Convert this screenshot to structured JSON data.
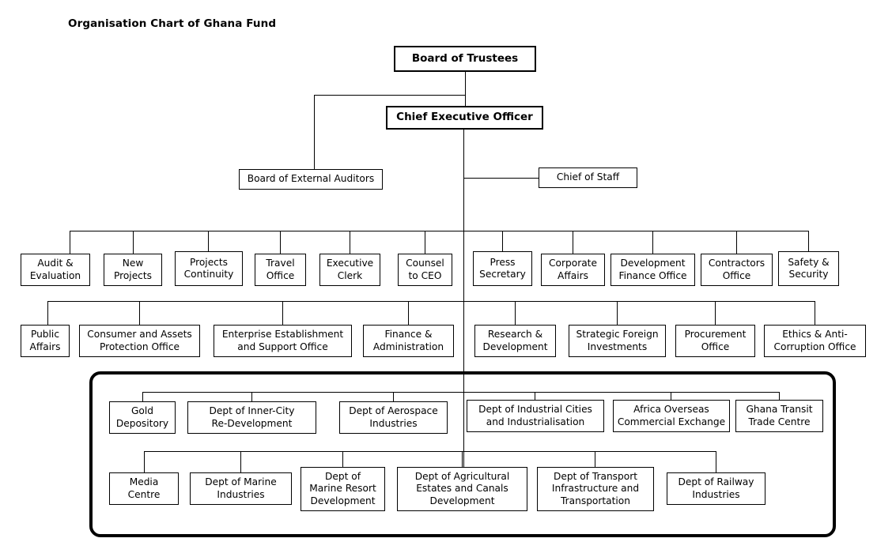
{
  "title": "Organisation Chart of Ghana Fund",
  "chart_data": {
    "type": "diagram",
    "diagram_type": "organisation-chart",
    "title": "Organisation Chart of Ghana Fund",
    "organisation": "Ghana Fund",
    "levels": [
      {
        "level": 1,
        "name": "governing-body",
        "nodes": [
          "Board of Trustees"
        ]
      },
      {
        "level": 2,
        "name": "executive",
        "nodes": [
          "Chief Executive Officer"
        ]
      },
      {
        "level": 3,
        "name": "executive-support",
        "nodes": [
          "Board of External Auditors",
          "Chief of Staff"
        ]
      },
      {
        "level": 4,
        "name": "units",
        "nodes": [
          "Audit & Evaluation",
          "New Projects",
          "Projects Continuity",
          "Travel Office",
          "Executive Clerk",
          "Counsel to CEO",
          "Press Secretary",
          "Corporate Affairs",
          "Development Finance Office",
          "Contractors Office",
          "Safety & Security"
        ]
      },
      {
        "level": 5,
        "name": "offices",
        "nodes": [
          "Public Affairs",
          "Consumer and Assets Protection Office",
          "Enterprise Establishment and Support Office",
          "Finance & Administration",
          "Research & Development",
          "Strategic Foreign Investments",
          "Procurement Office",
          "Ethics & Anti-Corruption Office"
        ]
      },
      {
        "level": 6,
        "name": "departments-row-1",
        "nodes": [
          "Gold Depository",
          "Dept of Inner-City Re-Development",
          "Dept of Aerospace Industries",
          "Dept of Industrial Cities and Industrialisation",
          "Africa Overseas Commercial Exchange",
          "Ghana Transit Trade Centre"
        ]
      },
      {
        "level": 7,
        "name": "departments-row-2",
        "nodes": [
          "Media Centre",
          "Dept of Marine Industries",
          "Dept of Marine Resort Development",
          "Dept of Agricultural Estates and Canals Development",
          "Dept of Transport Infrastructure and Transportation",
          "Dept of Railway Industries"
        ]
      }
    ]
  },
  "nodes": {
    "board_of_trustees": "Board of Trustees",
    "chief_executive_officer": "Chief Executive Officer",
    "board_of_external_auditors": "Board of External Auditors",
    "chief_of_staff": "Chief of Staff",
    "audit_evaluation": "Audit &\nEvaluation",
    "new_projects": "New\nProjects",
    "projects_continuity": "Projects\nContinuity",
    "travel_office": "Travel\nOffice",
    "executive_clerk": "Executive\nClerk",
    "counsel_to_ceo": "Counsel\nto CEO",
    "press_secretary": "Press\nSecretary",
    "corporate_affairs": "Corporate\nAffairs",
    "development_finance_office": "Development\nFinance Office",
    "contractors_office": "Contractors\nOffice",
    "safety_security": "Safety &\nSecurity",
    "public_affairs": "Public\nAffairs",
    "consumer_assets_protection": "Consumer and Assets\nProtection Office",
    "enterprise_establishment": "Enterprise Establishment\nand Support Office",
    "finance_administration": "Finance &\nAdministration",
    "research_development": "Research &\nDevelopment",
    "strategic_foreign_investments": "Strategic Foreign\nInvestments",
    "procurement_office": "Procurement\nOffice",
    "ethics_anticorruption": "Ethics & Anti-\nCorruption Office",
    "gold_depository": "Gold\nDepository",
    "inner_city_redevelopment": "Dept of Inner-City\nRe-Development",
    "aerospace_industries": "Dept of Aerospace\nIndustries",
    "industrial_cities": "Dept of Industrial Cities\nand Industrialisation",
    "africa_overseas_exchange": "Africa Overseas\nCommercial Exchange",
    "ghana_transit_trade": "Ghana Transit\nTrade Centre",
    "media_centre": "Media\nCentre",
    "marine_industries": "Dept of Marine\nIndustries",
    "marine_resort_development": "Dept of\nMarine Resort\nDevelopment",
    "agricultural_estates": "Dept of Agricultural\nEstates and Canals\nDevelopment",
    "transport_infrastructure": "Dept of Transport\nInfrastructure and\nTransportation",
    "railway_industries": "Dept of Railway\nIndustries"
  },
  "colors": {
    "background": "#ffffff",
    "line": "#000000",
    "text": "#000000",
    "group_border": "#000000"
  }
}
